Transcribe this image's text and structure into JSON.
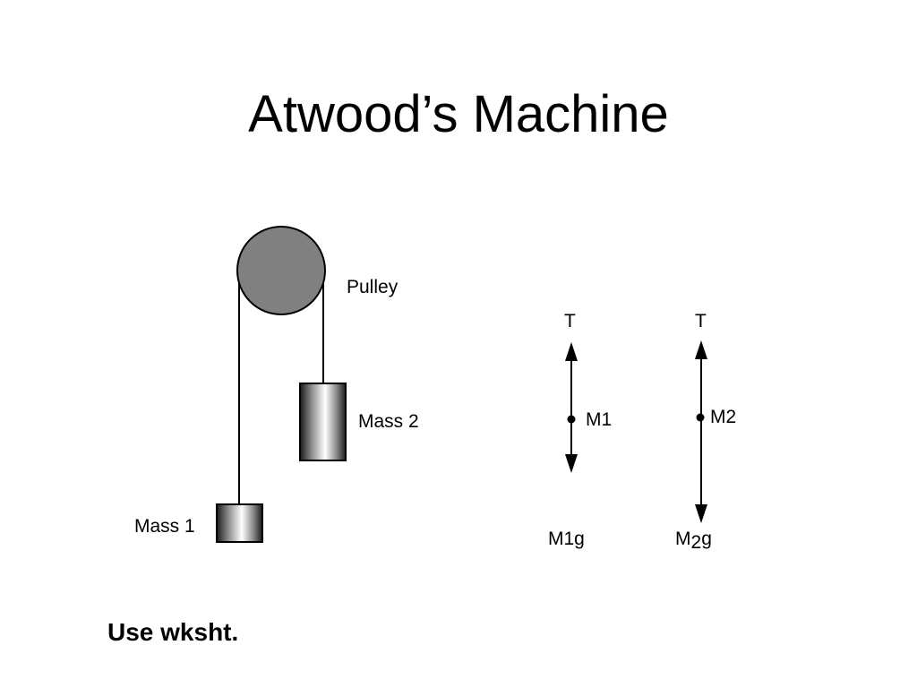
{
  "slide": {
    "title": "Atwood’s Machine",
    "note": "Use wksht."
  },
  "diagram": {
    "pulley_label": "Pulley",
    "mass1_label": "Mass 1",
    "mass2_label": "Mass 2",
    "fbd1": {
      "tension": "T",
      "mass": "M1",
      "weight": "M1g"
    },
    "fbd2": {
      "tension": "T",
      "mass": "M2",
      "weight_prefix": "M",
      "weight_sub": "2",
      "weight_suffix": "g"
    },
    "colors": {
      "pulley_fill": "#808080",
      "line": "#000000"
    }
  }
}
